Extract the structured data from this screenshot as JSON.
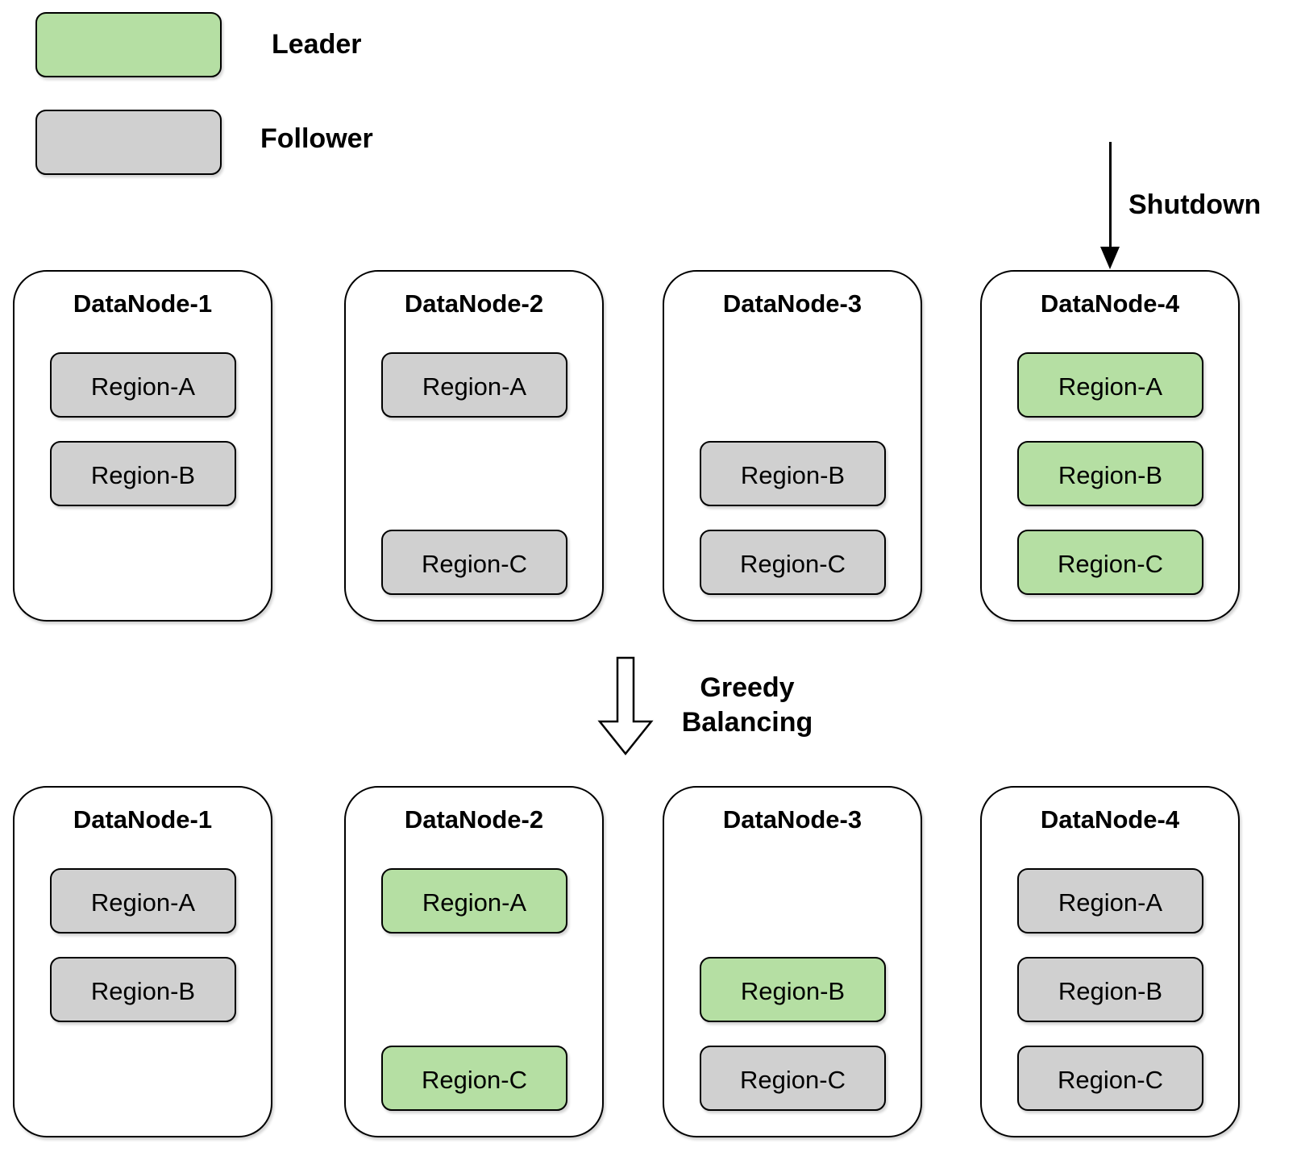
{
  "colors": {
    "leader_fill": "#b5dfa3",
    "follower_fill": "#d0d0d0",
    "stroke": "#000000",
    "background": "#ffffff"
  },
  "legend": {
    "items": [
      {
        "label": "Leader",
        "role": "leader"
      },
      {
        "label": "Follower",
        "role": "follower"
      }
    ]
  },
  "annotations": {
    "shutdown": "Shutdown",
    "transition": [
      "Greedy",
      "Balancing"
    ]
  },
  "rows": [
    {
      "name": "before",
      "nodes": [
        {
          "title": "DataNode-1",
          "regions": [
            {
              "name": "Region-A",
              "slot": 0,
              "role": "follower"
            },
            {
              "name": "Region-B",
              "slot": 1,
              "role": "follower"
            }
          ]
        },
        {
          "title": "DataNode-2",
          "regions": [
            {
              "name": "Region-A",
              "slot": 0,
              "role": "follower"
            },
            {
              "name": "Region-C",
              "slot": 2,
              "role": "follower"
            }
          ]
        },
        {
          "title": "DataNode-3",
          "regions": [
            {
              "name": "Region-B",
              "slot": 1,
              "role": "follower"
            },
            {
              "name": "Region-C",
              "slot": 2,
              "role": "follower"
            }
          ]
        },
        {
          "title": "DataNode-4",
          "shutdown_target": true,
          "regions": [
            {
              "name": "Region-A",
              "slot": 0,
              "role": "leader"
            },
            {
              "name": "Region-B",
              "slot": 1,
              "role": "leader"
            },
            {
              "name": "Region-C",
              "slot": 2,
              "role": "leader"
            }
          ]
        }
      ]
    },
    {
      "name": "after",
      "nodes": [
        {
          "title": "DataNode-1",
          "regions": [
            {
              "name": "Region-A",
              "slot": 0,
              "role": "follower"
            },
            {
              "name": "Region-B",
              "slot": 1,
              "role": "follower"
            }
          ]
        },
        {
          "title": "DataNode-2",
          "regions": [
            {
              "name": "Region-A",
              "slot": 0,
              "role": "leader"
            },
            {
              "name": "Region-C",
              "slot": 2,
              "role": "leader"
            }
          ]
        },
        {
          "title": "DataNode-3",
          "regions": [
            {
              "name": "Region-B",
              "slot": 1,
              "role": "leader"
            },
            {
              "name": "Region-C",
              "slot": 2,
              "role": "follower"
            }
          ]
        },
        {
          "title": "DataNode-4",
          "regions": [
            {
              "name": "Region-A",
              "slot": 0,
              "role": "follower"
            },
            {
              "name": "Region-B",
              "slot": 1,
              "role": "follower"
            },
            {
              "name": "Region-C",
              "slot": 2,
              "role": "follower"
            }
          ]
        }
      ]
    }
  ]
}
